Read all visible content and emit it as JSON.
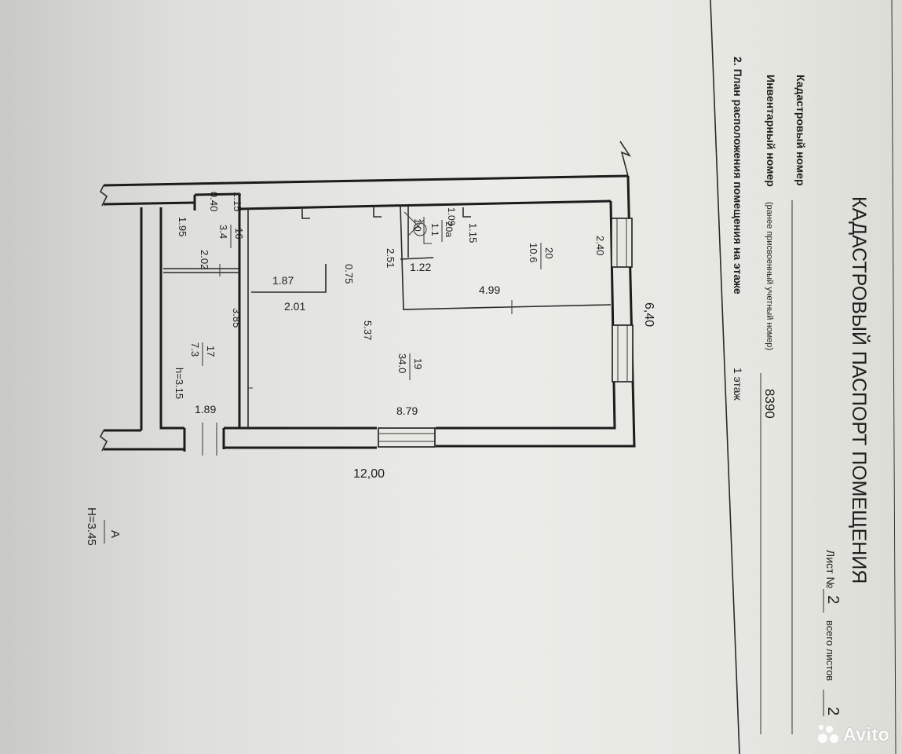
{
  "header": {
    "title": "КАДАСТРОВЫЙ ПАСПОРТ ПОМЕЩЕНИЯ",
    "sheet_label": "Лист №",
    "sheet_number": "2",
    "total_label": "всего листов",
    "total_number": "2",
    "cadastral_label": "Кадастровый номер",
    "inventory_label": "Инвентарный номер",
    "inventory_note": "(ранее присвоенный учетный номер)",
    "inventory_value": "8390",
    "section_title": "2. План расположения помещения на этаже",
    "floor": "1 этаж"
  },
  "plan": {
    "overall_width": "6,40",
    "overall_length": "12,00",
    "rooms": [
      {
        "number": "16",
        "area": "3.4"
      },
      {
        "number": "17",
        "area": "7.3"
      },
      {
        "number": "19",
        "area": "34.0"
      },
      {
        "number": "20",
        "area": "10.6"
      },
      {
        "number": "20а",
        "area": "1.1"
      }
    ],
    "room17_height": "h=3.15",
    "dimensions": [
      "1.15",
      "0.40",
      "1.95",
      "2.02",
      "3.85",
      "1.89",
      "1.87",
      "0.75",
      "2.01",
      "2.51",
      "5.37",
      "8.79",
      "1.09",
      "1.0",
      "1.15",
      "1.22",
      "2.40",
      "4.99"
    ],
    "letter": "А",
    "building_height": "Н=3.45"
  },
  "watermark": {
    "text": "Avito"
  }
}
